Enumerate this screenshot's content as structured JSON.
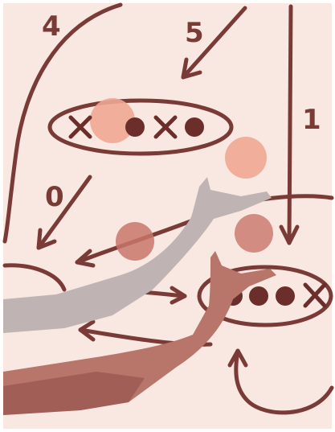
{
  "illustration": {
    "numbers": [
      "4",
      "5",
      "1",
      "0"
    ]
  },
  "colors": {
    "background": "#f9e7e2",
    "ink": "#7a3b36",
    "ink_dark": "#6b2e2a",
    "ball_light": "#f0a794",
    "ball_mid": "#c9766a",
    "ball_dark": "#a45a52",
    "arm_grey": "#bfb3b4",
    "arm_pink": "#b8756a",
    "arm_brown": "#8c4a45"
  }
}
